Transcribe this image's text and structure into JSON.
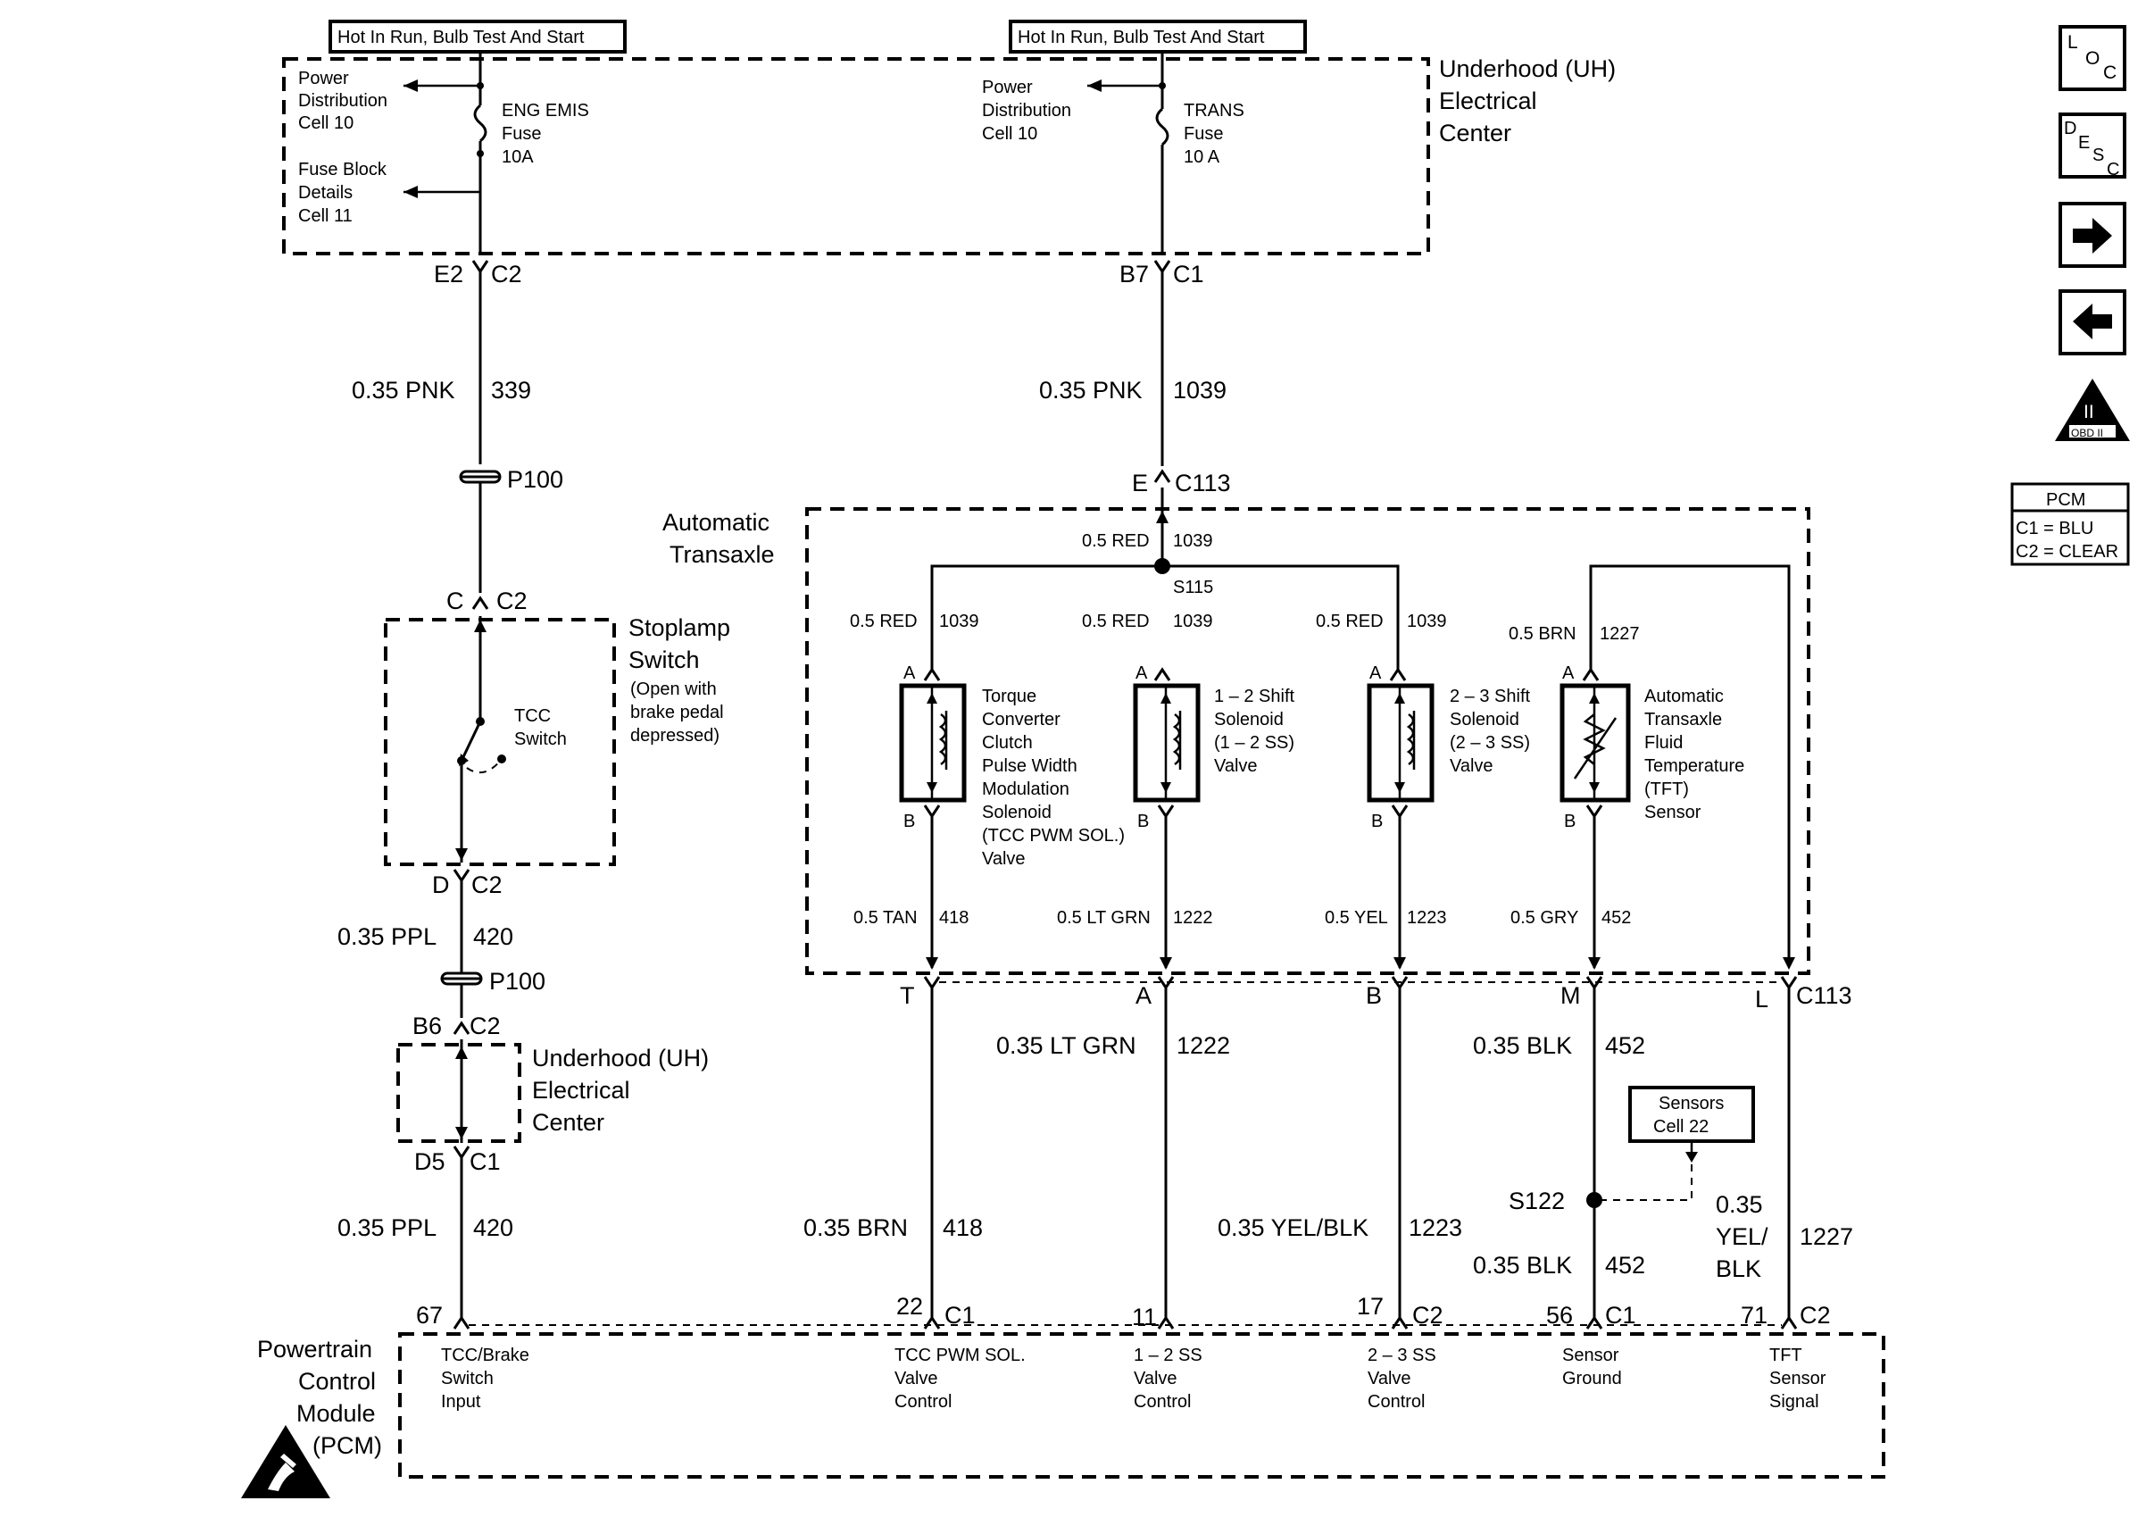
{
  "header": {
    "hot_left": "Hot In Run, Bulb Test And Start",
    "hot_right": "Hot In Run, Bulb Test And Start"
  },
  "uh_center": {
    "title": [
      "Underhood (UH)",
      "Electrical",
      "Center"
    ],
    "pdc_left": [
      "Power",
      "Distribution",
      "Cell 10"
    ],
    "fbd_left": [
      "Fuse Block",
      "Details",
      "Cell 11"
    ],
    "fuse_left": [
      "ENG EMIS",
      "Fuse",
      "10A"
    ],
    "pdc_right": [
      "Power",
      "Distribution",
      "Cell 10"
    ],
    "fuse_right": [
      "TRANS",
      "Fuse",
      "10 A"
    ]
  },
  "connectors": {
    "e2": "E2",
    "c2_top": "C2",
    "b7": "B7",
    "c1_top": "C1",
    "e_c113": "E",
    "c113_top": "C113",
    "c_sw": "C",
    "c2_sw": "C2",
    "d_sw": "D",
    "c2_sw_b": "C2",
    "b6": "B6",
    "c2_uh": "C2",
    "d5": "D5",
    "c1_uh": "C1",
    "t": "T",
    "a": "A",
    "b": "B",
    "m": "M",
    "l": "L",
    "c113_bottom": "C113",
    "p100_top": "P100",
    "p100_bottom": "P100",
    "pin67": "67",
    "pin22": "22",
    "c1_22": "C1",
    "pin11": "11",
    "pin17": "17",
    "c2_17": "C2",
    "pin56": "56",
    "c1_56": "C1",
    "pin71": "71",
    "c2_71": "C2"
  },
  "wires": {
    "w339_color": "0.35 PNK",
    "w339_num": "339",
    "w1039_color": "0.35 PNK",
    "w1039_num": "1039",
    "w420a_color": "0.35 PPL",
    "w420a_num": "420",
    "w420b_color": "0.35 PPL",
    "w420b_num": "420",
    "in_red_top": "0.5 RED",
    "in_red_top_num": "1039",
    "in_red_1": "0.5 RED",
    "in_red_1_num": "1039",
    "in_red_2": "0.5 RED",
    "in_red_2_num": "1039",
    "in_red_3": "0.5 RED",
    "in_red_3_num": "1039",
    "in_brn": "0.5 BRN",
    "in_brn_num": "1227",
    "in_tan": "0.5 TAN",
    "in_tan_num": "418",
    "in_ltgrn": "0.5 LT GRN",
    "in_ltgrn_num": "1222",
    "in_yel": "0.5 YEL",
    "in_yel_num": "1223",
    "in_gry": "0.5 GRY",
    "in_gry_num": "452",
    "out_ltgrn": "0.35 LT GRN",
    "out_ltgrn_num": "1222",
    "out_blk_a": "0.35 BLK",
    "out_blk_a_num": "452",
    "out_brn": "0.35 BRN",
    "out_brn_num": "418",
    "out_yelblk": "0.35 YEL/BLK",
    "out_yelblk_num": "1223",
    "out_blk_b": "0.35 BLK",
    "out_blk_b_num": "452",
    "out_tft": [
      "0.35",
      "YEL/",
      "BLK"
    ],
    "out_tft_num": "1227"
  },
  "splices": {
    "s115": "S115",
    "s122": "S122"
  },
  "stoplamp": {
    "title": [
      "Stoplamp",
      "Switch"
    ],
    "note": [
      "(Open with",
      "brake pedal",
      "depressed)"
    ],
    "switch_label": [
      "TCC",
      "Switch"
    ]
  },
  "uh_lower": {
    "title": [
      "Underhood (UH)",
      "Electrical",
      "Center"
    ]
  },
  "transaxle": {
    "title": [
      "Automatic",
      "Transaxle"
    ],
    "tcc": [
      "Torque",
      "Converter",
      "Clutch",
      "Pulse Width",
      "Modulation",
      "Solenoid",
      "(TCC PWM SOL.)",
      "Valve"
    ],
    "ss12": [
      "1 – 2 Shift",
      "Solenoid",
      "(1 – 2 SS)",
      "Valve"
    ],
    "ss23": [
      "2 – 3 Shift",
      "Solenoid",
      "(2 – 3 SS)",
      "Valve"
    ],
    "tft": [
      "Automatic",
      "Transaxle",
      "Fluid",
      "Temperature",
      "(TFT)",
      "Sensor"
    ],
    "pin_a": "A",
    "pin_b": "B"
  },
  "sensors_ref": [
    "Sensors",
    "Cell 22"
  ],
  "pcm": {
    "title": [
      "Powertrain",
      "Control",
      "Module",
      "(PCM)"
    ],
    "tcc_brake": [
      "TCC/Brake",
      "Switch",
      "Input"
    ],
    "tcc_pwm": [
      "TCC PWM SOL.",
      "Valve",
      "Control"
    ],
    "ss12": [
      "1 – 2 SS",
      "Valve",
      "Control"
    ],
    "ss23": [
      "2 – 3 SS",
      "Valve",
      "Control"
    ],
    "ground": [
      "Sensor",
      "Ground"
    ],
    "tft": [
      "TFT",
      "Sensor",
      "Signal"
    ]
  },
  "legend": {
    "title": "PCM",
    "c1": "C1 = BLU",
    "c2": "C2 = CLEAR"
  },
  "nav": {
    "loc": [
      "L",
      "O",
      "C"
    ],
    "desc": [
      "D",
      "E",
      "S",
      "C"
    ],
    "obd_numeral": "II",
    "obd_label": "OBD II"
  },
  "icons": [
    "loc-icon",
    "desc-icon",
    "arrow-right-icon",
    "arrow-left-icon",
    "obd-ii-icon",
    "esd-warning-icon"
  ]
}
